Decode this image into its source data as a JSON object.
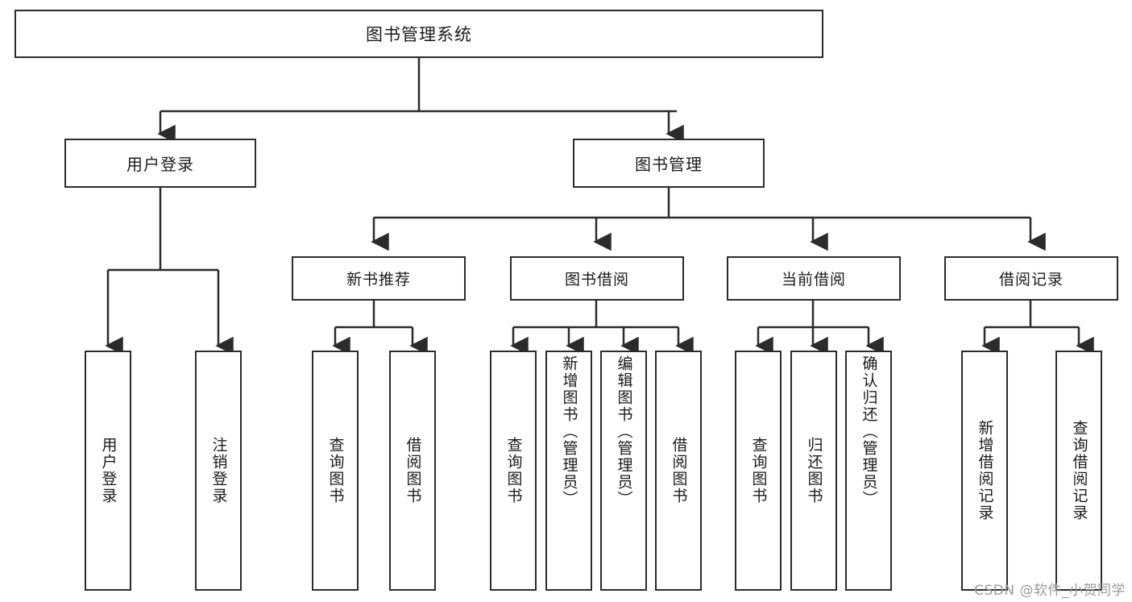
{
  "diagram": {
    "type": "tree-hierarchy",
    "title": "图书管理系统",
    "watermark": "CSDN @软件_小贺同学",
    "colors": {
      "stroke": "#2b2b2b",
      "fill": "#ffffff",
      "text": "#1a1a1a",
      "watermark": "#9a9a9a"
    },
    "nodes": {
      "root": {
        "label": "图书管理系统"
      },
      "level1": [
        {
          "id": "user-login",
          "label": "用户登录"
        },
        {
          "id": "book-manage",
          "label": "图书管理"
        }
      ],
      "level2": [
        {
          "id": "new-book-rec",
          "label": "新书推荐",
          "parent": "book-manage"
        },
        {
          "id": "book-borrow",
          "label": "图书借阅",
          "parent": "book-manage"
        },
        {
          "id": "current-borrow",
          "label": "当前借阅",
          "parent": "book-manage"
        },
        {
          "id": "borrow-record",
          "label": "借阅记录",
          "parent": "book-manage"
        }
      ],
      "leaves": [
        {
          "id": "leaf-user-login",
          "label": "用户登录",
          "parent": "user-login"
        },
        {
          "id": "leaf-logout",
          "label": "注销登录",
          "parent": "user-login"
        },
        {
          "id": "leaf-query-book-1",
          "label": "查询图书",
          "parent": "new-book-rec"
        },
        {
          "id": "leaf-borrow-book-1",
          "label": "借阅图书",
          "parent": "new-book-rec"
        },
        {
          "id": "leaf-query-book-2",
          "label": "查询图书",
          "parent": "book-borrow"
        },
        {
          "id": "leaf-add-book",
          "label": "新增图书（管理员）",
          "parent": "book-borrow"
        },
        {
          "id": "leaf-edit-book",
          "label": "编辑图书（管理员）",
          "parent": "book-borrow"
        },
        {
          "id": "leaf-borrow-book-2",
          "label": "借阅图书",
          "parent": "book-borrow"
        },
        {
          "id": "leaf-query-book-3",
          "label": "查询图书",
          "parent": "current-borrow"
        },
        {
          "id": "leaf-return-book",
          "label": "归还图书",
          "parent": "current-borrow"
        },
        {
          "id": "leaf-confirm-return",
          "label": "确认归还（管理员）",
          "parent": "current-borrow"
        },
        {
          "id": "leaf-add-record",
          "label": "新增借阅记录",
          "parent": "borrow-record"
        },
        {
          "id": "leaf-query-record",
          "label": "查询借阅记录",
          "parent": "borrow-record"
        }
      ]
    }
  }
}
